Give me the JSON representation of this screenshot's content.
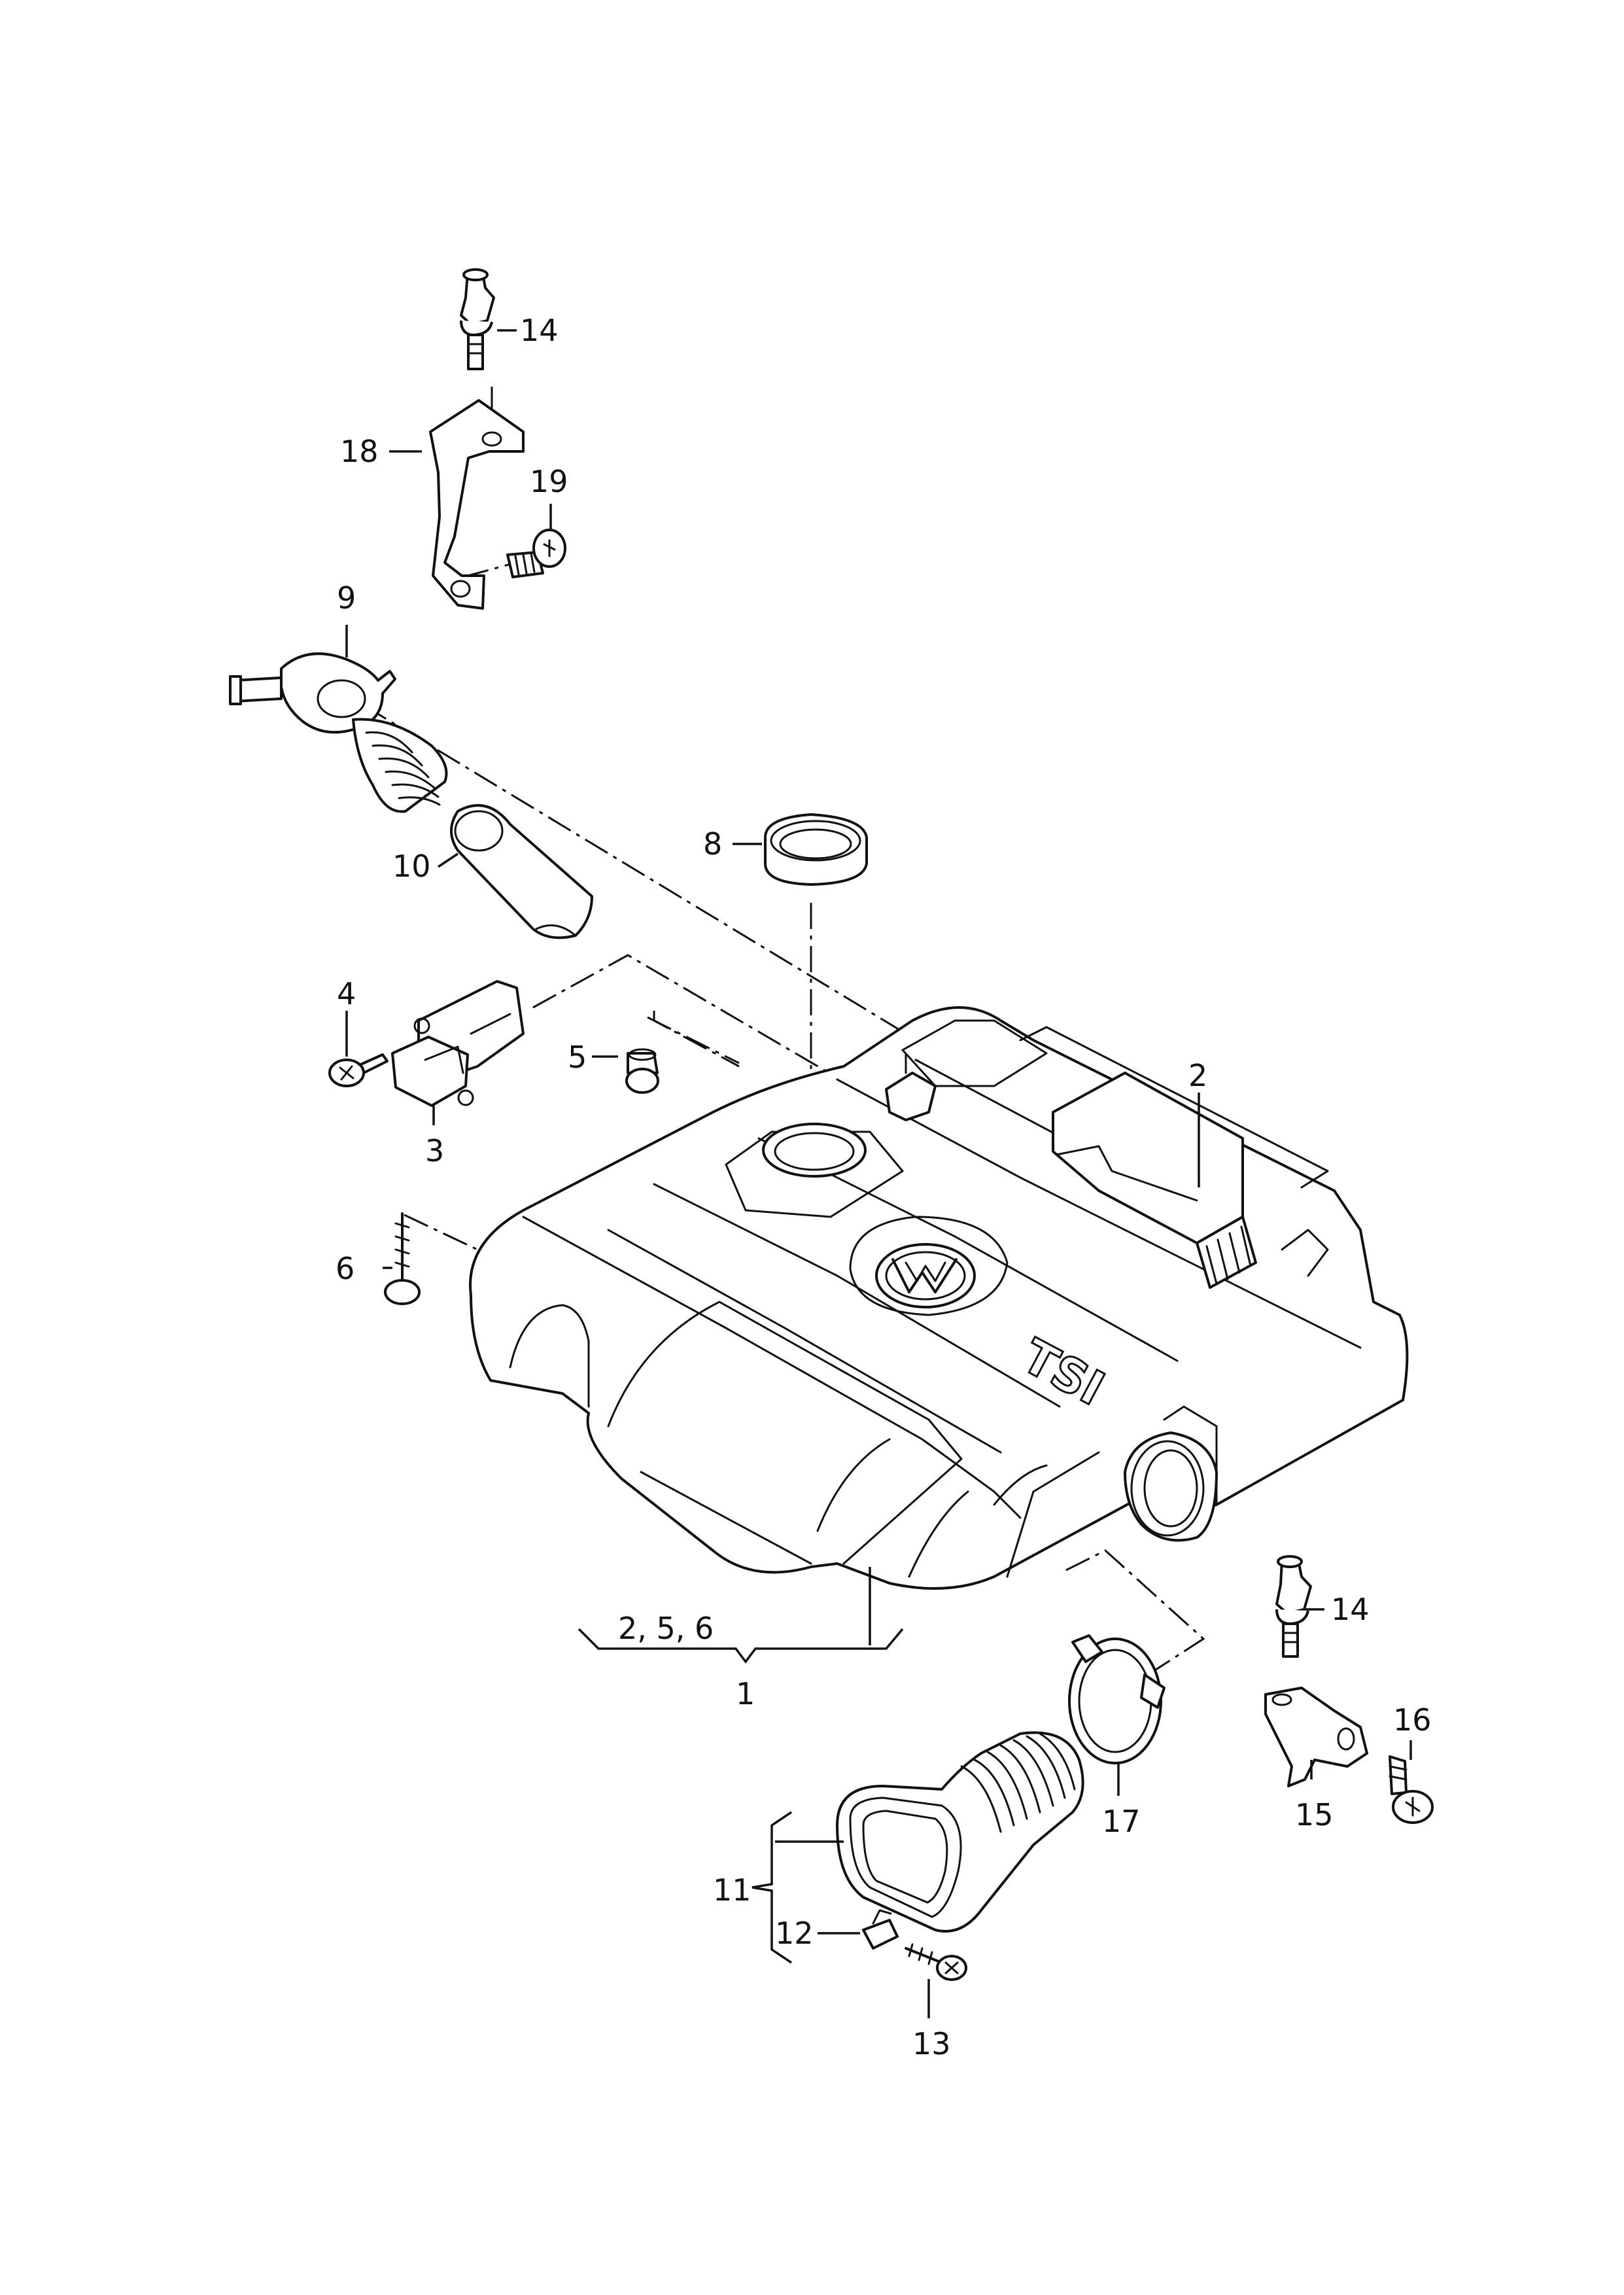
{
  "callouts": {
    "c1": "1",
    "c2": "2",
    "c3": "3",
    "c4": "4",
    "c5": "5",
    "c6": "6",
    "c8": "8",
    "c9": "9",
    "c10": "10",
    "c11": "11",
    "c12": "12",
    "c13": "13",
    "c14a": "14",
    "c14b": "14",
    "c15": "15",
    "c16": "16",
    "c17": "17",
    "c18": "18",
    "c19": "19",
    "group": "2, 5, 6"
  },
  "badge": "TSI"
}
